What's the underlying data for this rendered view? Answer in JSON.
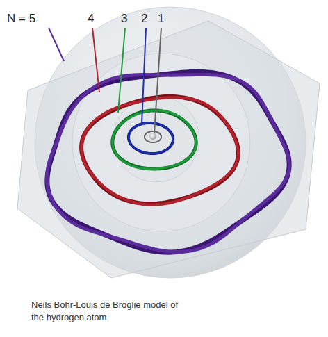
{
  "diagram": {
    "caption": "Neils Bohr-Louis de Broglie model of the hydrogen atom",
    "labels": [
      "N = 5",
      "4",
      "3",
      "2",
      "1"
    ]
  }
}
